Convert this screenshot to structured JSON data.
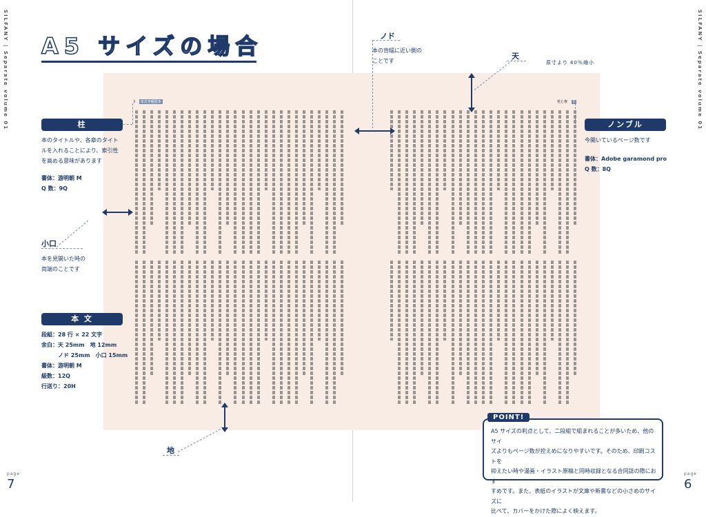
{
  "spread": {
    "left_side_label": "SILFANY | Separate volume 01",
    "right_side_label": "SILFANY | Separate volume 01",
    "left_page_label": "page",
    "left_page_number": "7",
    "right_page_label": "page",
    "right_page_number": "6"
  },
  "title": "A5 サイズの場合",
  "hashira": {
    "label": "柱",
    "text_lines": [
      "本のタイトルや、各章のタイト",
      "ルを入れることにより、索引性",
      "を高める意味があります"
    ],
    "font": "書体：游明朝 M",
    "q": "Q 数：9Q",
    "running_head_num": "3",
    "running_head_text": "本文字組見本"
  },
  "koguchi": {
    "label": "小口",
    "text_lines": [
      "本を見開いた時の",
      "両端のことです"
    ]
  },
  "honbun": {
    "label": "本 文",
    "lines": [
      "段組：28 行 × 22 文字",
      "余白：天 25mm　地 12mm",
      "ノド 25mm　小口 15mm",
      "書体：游明朝 M",
      "級数：12Q",
      "行送り：20H"
    ]
  },
  "chi": {
    "label": "地"
  },
  "nodo": {
    "label": "ノド",
    "text_lines": [
      "本の背幅に近い側の",
      "ことです"
    ]
  },
  "ten": {
    "label": "天",
    "note": "原寸より 60％縮小"
  },
  "nombre": {
    "label": "ノンブル",
    "text": "今開いているページ数です",
    "font": "書体：Adobe garamond pro",
    "q": "Q 数：8Q",
    "running_head_text": "花と夜",
    "running_head_num": "2"
  },
  "point": {
    "label": "POINT!",
    "lines": [
      "A5 サイズの利点として、二段組で組まれることが多いため、他のサイ",
      "ズよりもページ数が控えめになりやすいです。そのため、印刷コストを",
      "抑えたい時や漫画・イラスト原稿と同時収録となる合同誌の際におす",
      "すめです。また、表紙のイラストが文庫や新書などの小さめのサイズに",
      "比べて、カバーをかけた際によく映えます。"
    ]
  },
  "colors": {
    "navy": "#1f3a68",
    "paper": "#f9ece4"
  }
}
